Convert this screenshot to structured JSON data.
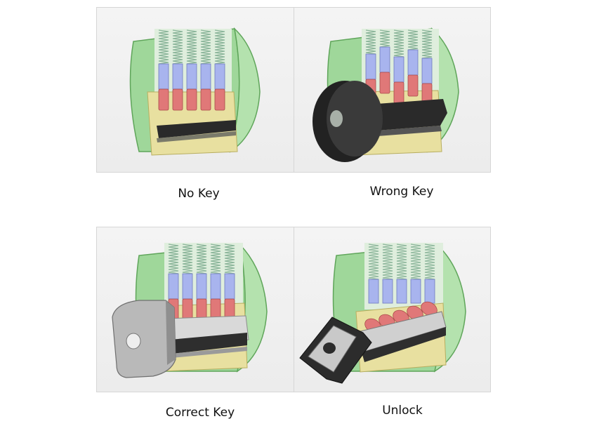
{
  "figure": {
    "panels": [
      {
        "id": "no-key",
        "caption": "No Key",
        "key": "none",
        "pins": "pushed-down"
      },
      {
        "id": "wrong-key",
        "caption": "Wrong Key",
        "key": "round-bow",
        "pins": "misaligned"
      },
      {
        "id": "correct-key",
        "caption": "Correct Key",
        "key": "square-bow",
        "pins": "aligned-at-shear-line"
      },
      {
        "id": "unlock",
        "caption": "Unlock",
        "key": "square-bow-rotated",
        "pins": "plug-rotated"
      }
    ],
    "colors": {
      "housing": "#9fd79a",
      "housing_edge": "#5fa55a",
      "plug": "#e8e0a0",
      "driver_pin": "#a8b4ee",
      "key_pin": "#e07878",
      "spring": "#8bb59a",
      "key_dark": "#2a2a2a",
      "key_silver": "#c8c8c8"
    }
  }
}
